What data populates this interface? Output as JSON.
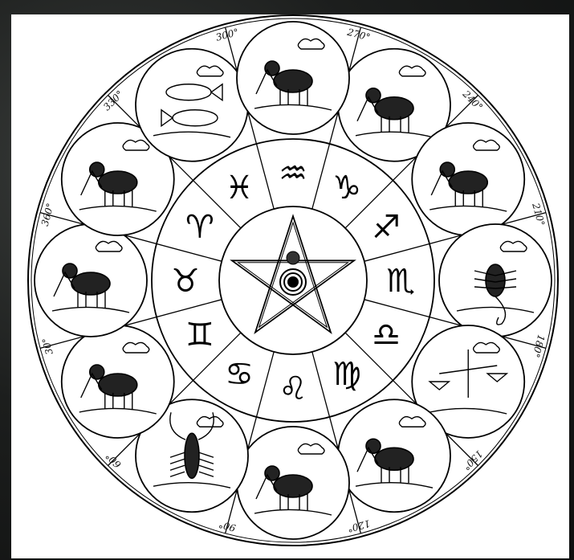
{
  "chart_title": "",
  "zodiac_wheel": {
    "degree_labels": [
      "270°",
      "240°",
      "210°",
      "180°",
      "150°",
      "120°",
      "90°",
      "60°",
      "30°",
      "360°",
      "330°",
      "300°"
    ],
    "signs": [
      {
        "name": "capricorn",
        "glyph": "♑",
        "icon": "goat-icon"
      },
      {
        "name": "sagittarius",
        "glyph": "♐",
        "icon": "centaur-archer-icon"
      },
      {
        "name": "scorpio",
        "glyph": "♏",
        "icon": "scorpion-icon"
      },
      {
        "name": "libra",
        "glyph": "♎",
        "icon": "scales-icon"
      },
      {
        "name": "virgo",
        "glyph": "♍",
        "icon": "maiden-icon"
      },
      {
        "name": "leo",
        "glyph": "♌",
        "icon": "lion-icon"
      },
      {
        "name": "cancer",
        "glyph": "♋",
        "icon": "crayfish-icon"
      },
      {
        "name": "gemini",
        "glyph": "♊",
        "icon": "twins-icon"
      },
      {
        "name": "taurus",
        "glyph": "♉",
        "icon": "bull-icon"
      },
      {
        "name": "aries",
        "glyph": "♈",
        "icon": "ram-icon"
      },
      {
        "name": "pisces",
        "glyph": "♓",
        "icon": "fish-icon"
      },
      {
        "name": "aquarius",
        "glyph": "♒",
        "icon": "water-bearer-icon"
      }
    ],
    "center_icon": "pentagram-icon"
  }
}
